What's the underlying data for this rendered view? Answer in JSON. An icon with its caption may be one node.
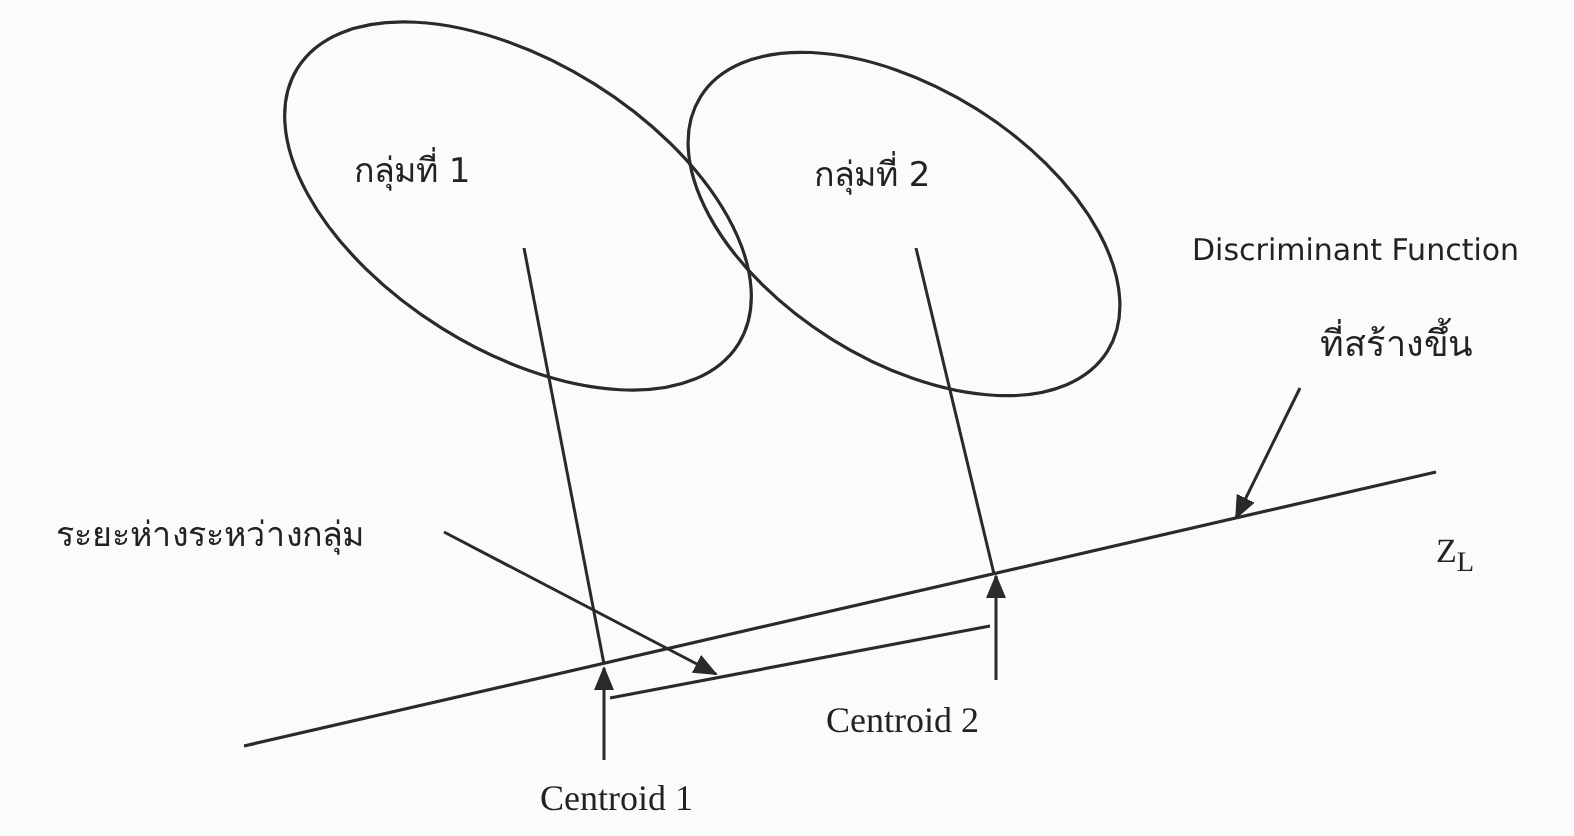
{
  "diagram": {
    "nodes": [
      {
        "text": [
          "กลุ่มที่ 1"
        ]
      },
      {
        "text": [
          "กลุ่มที่ 2"
        ]
      },
      {
        "text": [
          "Discriminant Function",
          "ที่สร้างขึ้น"
        ]
      },
      {
        "text": [
          "ระยะห่างระหว่างกลุ่ม"
        ]
      },
      {
        "text": [
          "Centroid 1"
        ]
      },
      {
        "text": [
          "Centroid 2"
        ]
      }
    ],
    "edges": [
      {
        "from": 0,
        "to": null,
        "arrow": "none"
      },
      {
        "from": 1,
        "to": null,
        "arrow": "none"
      },
      {
        "from": 2,
        "to": null,
        "arrow": "to"
      },
      {
        "from": 3,
        "to": null,
        "arrow": "to"
      },
      {
        "from": 4,
        "to": null,
        "arrow": "to"
      },
      {
        "from": 5,
        "to": null,
        "arrow": "to"
      }
    ],
    "labels": [
      "Z$_{L}$"
    ]
  }
}
